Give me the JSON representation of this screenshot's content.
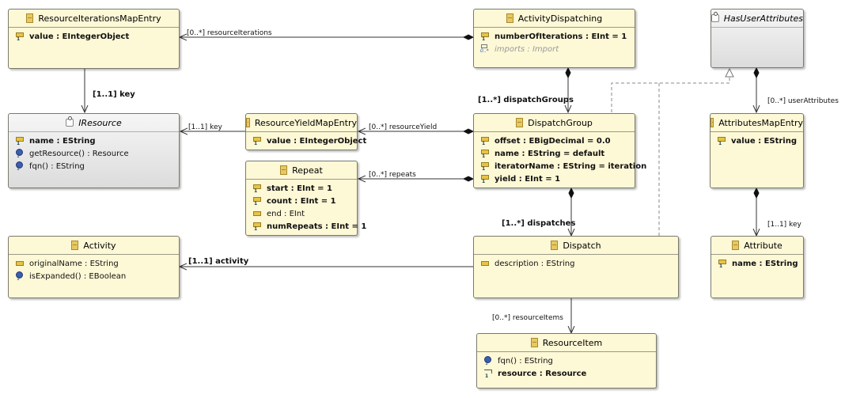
{
  "classes": {
    "resourceIterationsMapEntry": {
      "name": "ResourceIterationsMapEntry",
      "attrs": [
        "value : EIntegerObject"
      ]
    },
    "activityDispatching": {
      "name": "ActivityDispatching",
      "attrs": [
        "numberOfIterations : EInt = 1",
        "imports : Import"
      ]
    },
    "hasUserAttributes": {
      "name": "HasUserAttributes"
    },
    "iResource": {
      "name": "IResource",
      "attrs": [
        "name : EString",
        "getResource() : Resource",
        "fqn() : EString"
      ]
    },
    "resourceYieldMapEntry": {
      "name": "ResourceYieldMapEntry",
      "attrs": [
        "value : EIntegerObject"
      ]
    },
    "dispatchGroup": {
      "name": "DispatchGroup",
      "attrs": [
        "offset : EBigDecimal = 0.0",
        "name : EString = default",
        "iteratorName : EString = iteration",
        "yield : EInt = 1"
      ]
    },
    "attributesMapEntry": {
      "name": "AttributesMapEntry",
      "attrs": [
        "value : EString"
      ]
    },
    "repeat": {
      "name": "Repeat",
      "attrs": [
        "start : EInt = 1",
        "count : EInt = 1",
        "end : EInt",
        "numRepeats : EInt = 1"
      ]
    },
    "activity": {
      "name": "Activity",
      "attrs": [
        "originalName : EString",
        "isExpanded() : EBoolean"
      ]
    },
    "dispatch": {
      "name": "Dispatch",
      "attrs": [
        "description : EString"
      ]
    },
    "attribute": {
      "name": "Attribute",
      "attrs": [
        "name : EString"
      ]
    },
    "resourceItem": {
      "name": "ResourceItem",
      "attrs": [
        "fqn() : EString",
        "resource : Resource"
      ]
    }
  },
  "labels": {
    "resourceIterations": "[0..*] resourceIterations",
    "key1": "[1..1] key",
    "dispatchGroups": "[1..*] dispatchGroups",
    "userAttributes": "[0..*] userAttributes",
    "key2": "[1..1] key",
    "resourceYield": "[0..*] resourceYield",
    "repeats": "[0..*] repeats",
    "dispatches": "[1..*] dispatches",
    "key3": "[1..1] key",
    "activity": "[1..1] activity",
    "resourceItems": "[0..*] resourceItems"
  },
  "colors": {
    "classFill": "#fdf8d6",
    "abstractFill": "#dcdcdc",
    "edge": "#333333",
    "dashed": "#888888"
  }
}
